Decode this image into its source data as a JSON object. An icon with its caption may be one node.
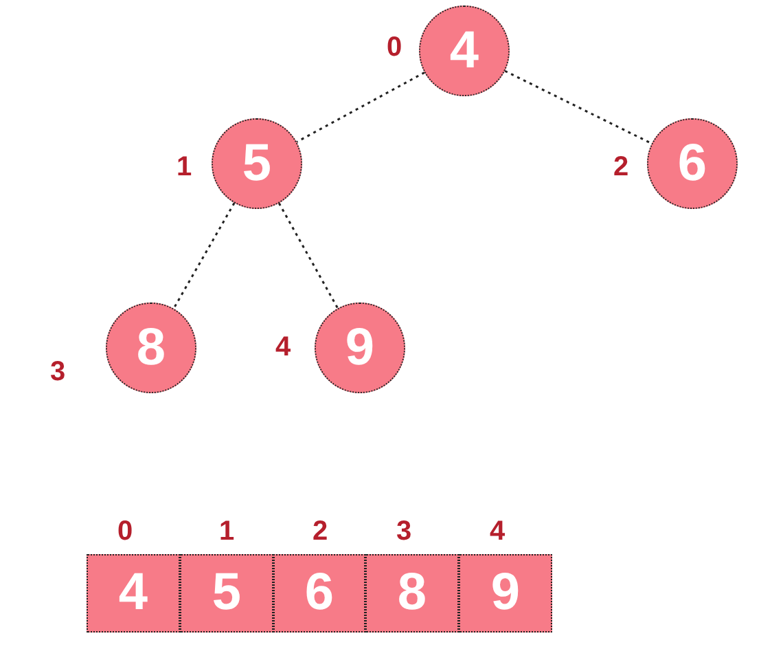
{
  "diagram": {
    "nodes": [
      {
        "text": [
          "4"
        ],
        "beside": [
          "0"
        ]
      },
      {
        "text": [
          "5"
        ],
        "beside": [
          "1"
        ]
      },
      {
        "text": [
          "6"
        ],
        "beside": [
          "2"
        ]
      },
      {
        "text": [
          "8"
        ],
        "beside": [
          "3"
        ]
      },
      {
        "text": [
          "9"
        ],
        "beside": [
          "4"
        ]
      },
      {
        "text": [
          "4"
        ],
        "beside": [
          "0"
        ]
      },
      {
        "text": [
          "5"
        ],
        "beside": [
          "1"
        ]
      },
      {
        "text": [
          "6"
        ],
        "beside": [
          "2"
        ]
      },
      {
        "text": [
          "8"
        ],
        "beside": [
          "3"
        ]
      },
      {
        "text": [
          "9"
        ],
        "beside": [
          "4"
        ]
      }
    ],
    "edges": [
      {
        "from": 0,
        "to": 1,
        "arrow": "none",
        "style": "dashed"
      },
      {
        "from": 0,
        "to": 2,
        "arrow": "none",
        "style": "dashed"
      },
      {
        "from": 1,
        "to": 3,
        "arrow": "none",
        "style": "dashed"
      },
      {
        "from": 1,
        "to": 4,
        "arrow": "none",
        "style": "dashed"
      }
    ]
  }
}
